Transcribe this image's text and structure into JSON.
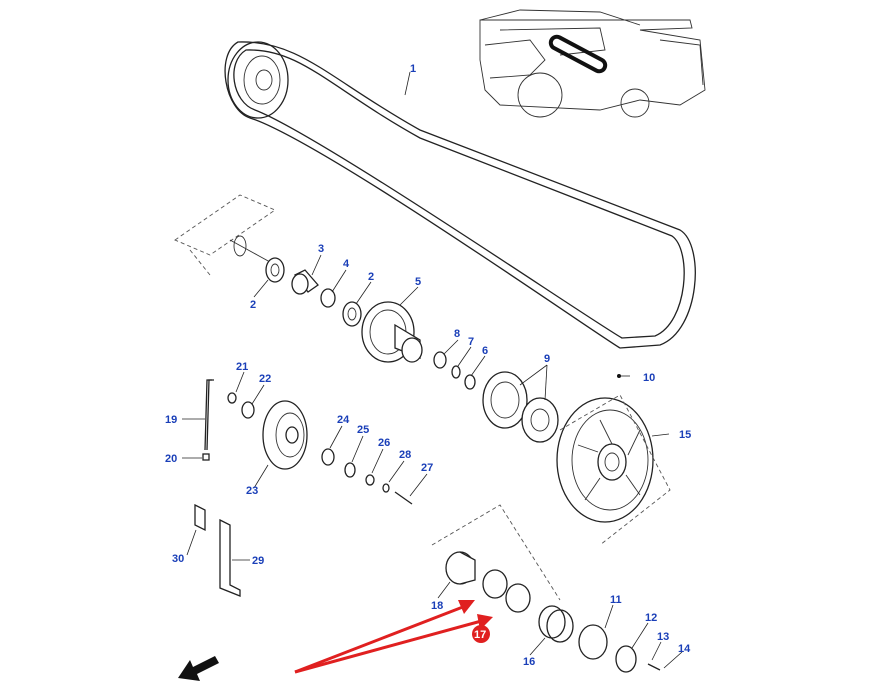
{
  "diagram": {
    "callouts": [
      {
        "id": "1",
        "text": "1"
      },
      {
        "id": "2a",
        "text": "2"
      },
      {
        "id": "2b",
        "text": "2"
      },
      {
        "id": "3",
        "text": "3"
      },
      {
        "id": "4",
        "text": "4"
      },
      {
        "id": "5",
        "text": "5"
      },
      {
        "id": "6",
        "text": "6"
      },
      {
        "id": "7",
        "text": "7"
      },
      {
        "id": "8",
        "text": "8"
      },
      {
        "id": "9",
        "text": "9"
      },
      {
        "id": "10",
        "text": "10"
      },
      {
        "id": "11",
        "text": "11"
      },
      {
        "id": "12",
        "text": "12"
      },
      {
        "id": "13",
        "text": "13"
      },
      {
        "id": "14",
        "text": "14"
      },
      {
        "id": "15",
        "text": "15"
      },
      {
        "id": "16",
        "text": "16"
      },
      {
        "id": "17",
        "text": "17"
      },
      {
        "id": "18",
        "text": "18"
      },
      {
        "id": "19",
        "text": "19"
      },
      {
        "id": "20",
        "text": "20"
      },
      {
        "id": "21",
        "text": "21"
      },
      {
        "id": "22",
        "text": "22"
      },
      {
        "id": "23",
        "text": "23"
      },
      {
        "id": "24",
        "text": "24"
      },
      {
        "id": "25",
        "text": "25"
      },
      {
        "id": "26",
        "text": "26"
      },
      {
        "id": "27",
        "text": "27"
      },
      {
        "id": "28",
        "text": "28"
      },
      {
        "id": "29",
        "text": "29"
      },
      {
        "id": "30",
        "text": "30"
      }
    ],
    "highlight_color": "#e02020",
    "label_color": "#1a3fb8",
    "orientation_icon": "front-direction-arrow-icon"
  }
}
